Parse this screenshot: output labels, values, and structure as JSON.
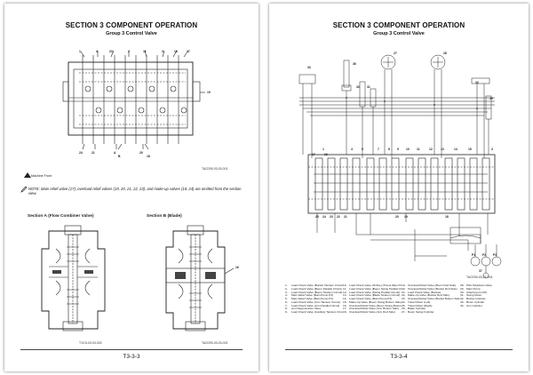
{
  "left_page": {
    "section_title": "SECTION 3 COMPONENT OPERATION",
    "subtitle": "Group 3 Control Valve",
    "top_figure": {
      "callouts_top": [
        "1",
        "4",
        "23",
        "2",
        "11",
        "3",
        "16",
        "17"
      ],
      "callouts_bottom": [
        "24",
        "21",
        "A",
        "B",
        "20",
        "18"
      ],
      "callouts_right": [
        "19"
      ],
      "code": "TACD90-03-03-001"
    },
    "machine_front_label": "Machine Front",
    "note_label": "NOTE:",
    "note_text": "Main relief valve (17), overload relief valves (19, 20, 21, 22, 23), and make-up valves (18, 24) are omitted from the section view.",
    "section_a_title": "Section A (Flow Combiner Valve)",
    "section_b_title": "Section B (Blade)",
    "section_a_code": "T1V1I-03-03-002",
    "section_b_code": "TACD90-03-03-002",
    "section_b_callout": "16",
    "page_number": "T3-3-3"
  },
  "right_page": {
    "section_title": "SECTION 3 COMPONENT OPERATION",
    "subtitle": "Group 3 Control Valve",
    "diagram_callouts_top": [
      "33",
      "36",
      "27",
      "28",
      "32",
      "31",
      "30",
      "29"
    ],
    "diagram_callouts_mid": [
      "1",
      "17",
      "16",
      "4",
      "5",
      "7",
      "8",
      "9",
      "10",
      "11",
      "12",
      "13",
      "14",
      "15",
      "3"
    ],
    "diagram_callouts_bottom": [
      "25",
      "24",
      "23",
      "22",
      "21",
      "20",
      "19",
      "18"
    ],
    "pump_labels": [
      "P1",
      "P2",
      "P3"
    ],
    "pump_callout": "37",
    "diagram_code": "TACD90-03-01-004",
    "legend": [
      {
        "num": "1-",
        "text": "Load Check Valve (Bucket Tandem Circuit)"
      },
      {
        "num": "2-",
        "text": "Load Check Valve (Boom Parallel Circuit)"
      },
      {
        "num": "3-",
        "text": "Load Check Valve (Boom Tandem Circuit)"
      },
      {
        "num": "4-",
        "text": "Main Relief Valve (Main Pump P3)"
      },
      {
        "num": "5-",
        "text": "Main Relief Valve (Main Pump P1)"
      },
      {
        "num": "6-",
        "text": "Load Check Valve (Arm Tandem Circuit)"
      },
      {
        "num": "7-",
        "text": "Load Check Valve (Arm Parallel Circuit)"
      },
      {
        "num": "8-",
        "text": "Arm Regenerative Valve"
      },
      {
        "num": "9-",
        "text": "Load Check Valve (Auxiliary Tandem Circuit)"
      },
      {
        "num": "10-",
        "text": "Load Check Valve (Orifice) (Travel Main Pump P3 Tandem Circuit)"
      },
      {
        "num": "11-",
        "text": "Load Check Valve (Boom Swing Parallel Circuit)"
      },
      {
        "num": "12-",
        "text": "Load Check Valve (Swing Parallel Circuit)"
      },
      {
        "num": "13-",
        "text": "Load Check Valve (Blade Tandem Circuit)"
      },
      {
        "num": "14-",
        "text": "Load Check Valve (Main Pump P3)"
      },
      {
        "num": "15-",
        "text": "Make-Up Valve (Boom Swing Bottom Side)"
      },
      {
        "num": "16-",
        "text": "Overload Relief Valve (Boom Swing Bottom Side)"
      },
      {
        "num": "17-",
        "text": "Overload Relief Valve (Arm Bottom Side)"
      },
      {
        "num": "18-",
        "text": "Overload Relief Valve (Arm Rod Side)"
      },
      {
        "num": "19-",
        "text": "Overload Relief Valve (Boom Rod Side)"
      },
      {
        "num": "20-",
        "text": "Overload Relief Valve (Bucket Rod Side)"
      },
      {
        "num": "21-",
        "text": "Load Check Valve (Bucket)"
      },
      {
        "num": "22-",
        "text": "Make-Up Valve (Bucket Rod Side)"
      },
      {
        "num": "23-",
        "text": "Overload Relief Valve (Bucket Bottom Side)"
      },
      {
        "num": "24-",
        "text": "Travel Motor (Left)"
      },
      {
        "num": "25-",
        "text": "Travel Motor (Right)"
      },
      {
        "num": "26-",
        "text": "Blade Cylinder"
      },
      {
        "num": "27-",
        "text": "Boom Swing Cylinder"
      },
      {
        "num": "28-",
        "text": "Pilot Shutdown Valve"
      },
      {
        "num": "29-",
        "text": "Main Pump"
      },
      {
        "num": "30-",
        "text": "Attachment (OP)"
      },
      {
        "num": "31-",
        "text": "Swing Motor"
      },
      {
        "num": "32-",
        "text": "Bucket Cylinder"
      },
      {
        "num": "33-",
        "text": "Boom Cylinder"
      },
      {
        "num": "34-",
        "text": "Arm Cylinder"
      }
    ],
    "page_number": "T3-3-4"
  }
}
